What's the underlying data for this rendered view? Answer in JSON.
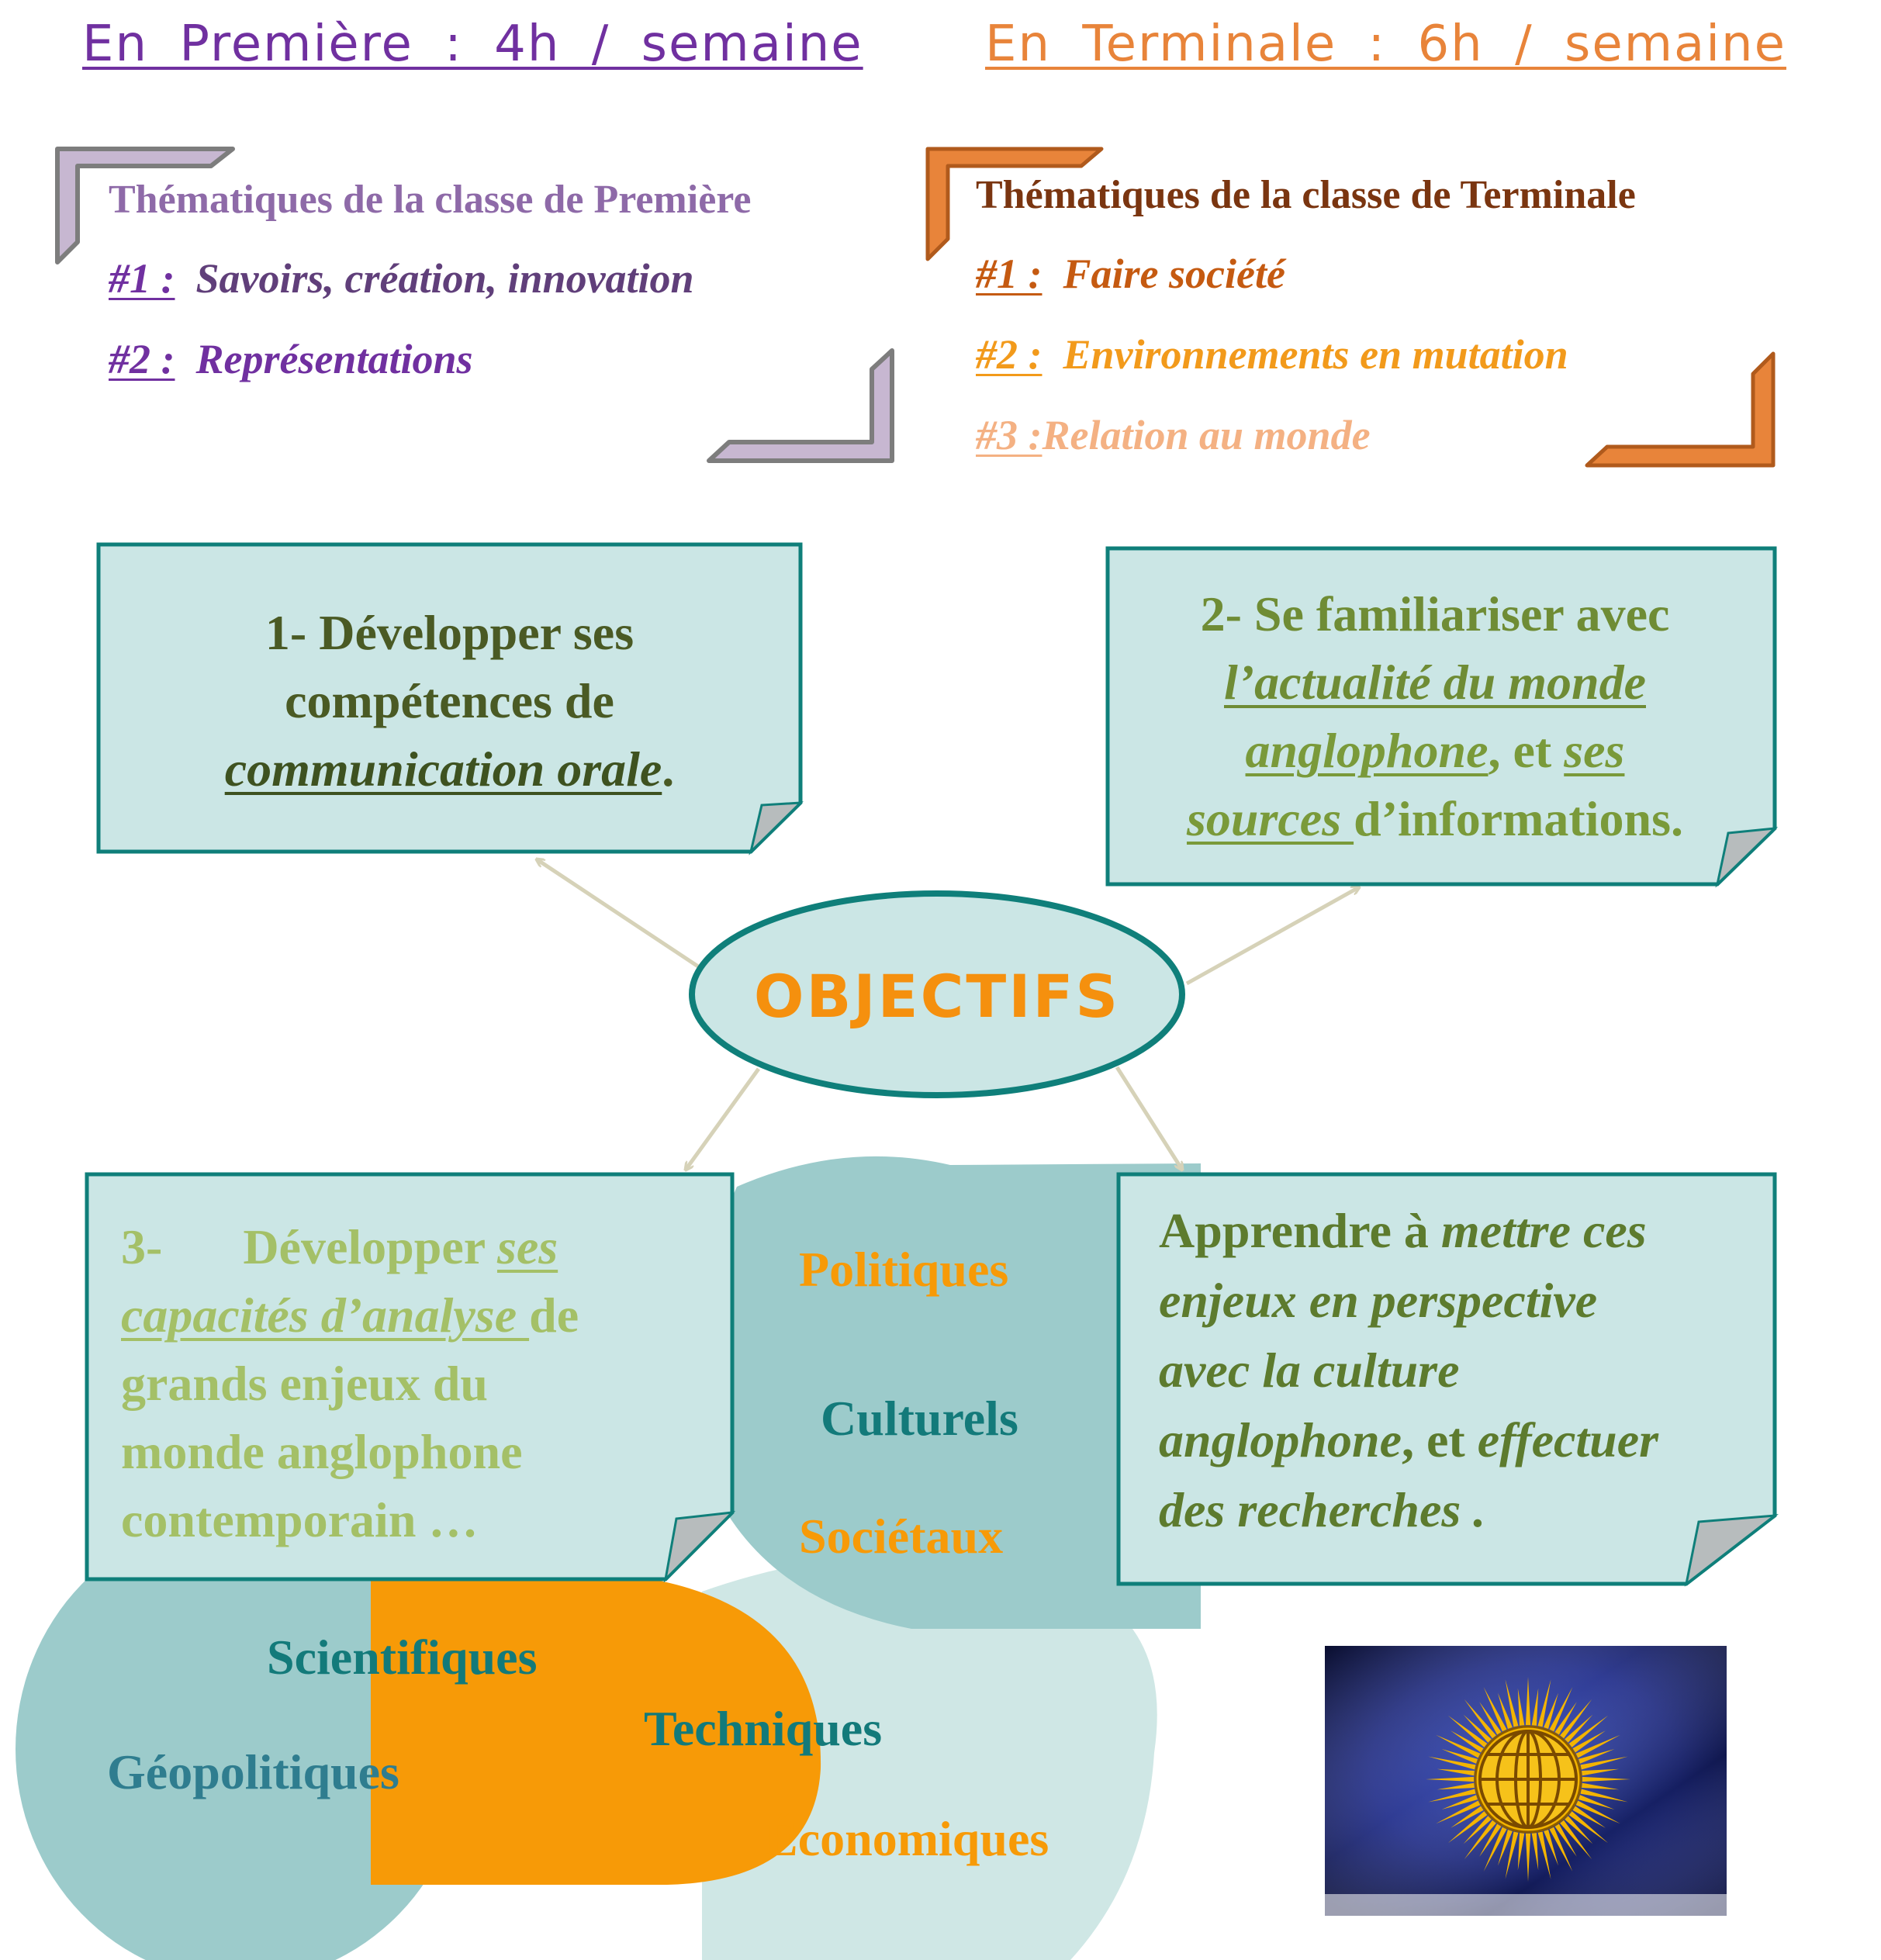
{
  "premiere": {
    "heading": "En Première : 4h / semaine",
    "themes_title": "Thématiques de la classe de Première",
    "items": [
      {
        "num": "#1 :",
        "label": "Savoirs, création, innovation"
      },
      {
        "num": "#2 :",
        "label": "Représentations"
      }
    ]
  },
  "terminale": {
    "heading": "En Terminale : 6h / semaine",
    "themes_title": "Thématiques de la classe de Terminale",
    "items": [
      {
        "num": "#1 :",
        "label": "Faire société"
      },
      {
        "num": "#2 :",
        "label": "Environnements en mutation"
      },
      {
        "num": "#3 :",
        "label": "Relation au monde"
      }
    ]
  },
  "center": {
    "label": "OBJECTIFS"
  },
  "objectives": {
    "obj1": {
      "l1": "1- Développer ses",
      "l2": "compétences de",
      "l3_u": "communication orale",
      "l3_end": "."
    },
    "obj2": {
      "l1": "2- Se familiariser avec",
      "l2_u": "l’actualité du monde",
      "l3_u": "anglophone",
      "l3_mid": ", et ",
      "l3_u2": "ses",
      "l4_u": "sources ",
      "l4_end": "d’informations."
    },
    "obj3": {
      "l1_num": "3-",
      "l1_text": "Développer ",
      "l1_u": "ses",
      "l2_u": "capacités d’analyse ",
      "l2_end": "de",
      "l3": "grands enjeux du",
      "l4": "monde anglophone",
      "l5": "contemporain …"
    },
    "obj4": {
      "l1_a": "Apprendre à ",
      "l1_b": "mettre ces",
      "l2": "enjeux en perspective",
      "l3": "avec la culture",
      "l4_a": "anglophone",
      "l4_b": ", et ",
      "l4_c": "effectuer",
      "l5": "des recherches ."
    }
  },
  "issues": [
    "Politiques",
    "Culturels",
    "Sociétaux",
    "Scientifiques",
    "Techniques",
    "Géopolitiques",
    "Économiques"
  ],
  "colors": {
    "premiere": "#7030a0",
    "terminale": "#e8843a",
    "note_fill": "#cbe6e5",
    "note_border": "#0f7f7a",
    "ellipse_fill": "#cbe6e5",
    "ellipse_border": "#0f7f7a",
    "objectifs_text": "#f5900e",
    "blob_teal": "#9ccbcb",
    "blob_orange": "#f79a07",
    "blob_light": "#cfe7e5"
  },
  "flag": {
    "icon": "commonwealth-flag-icon"
  }
}
